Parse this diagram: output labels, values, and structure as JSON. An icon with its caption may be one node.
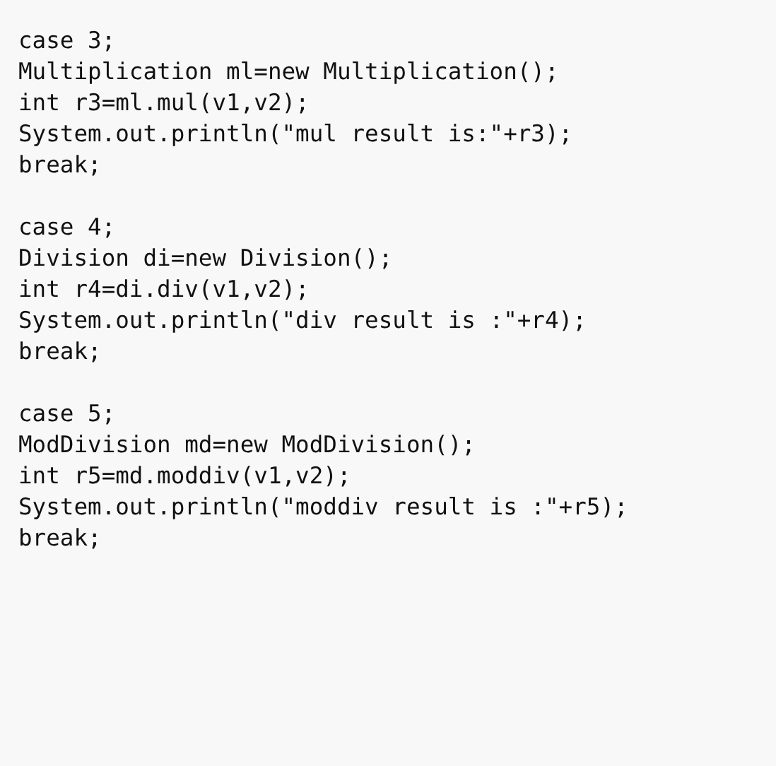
{
  "diagram": {
    "labels": [
      "case 3;",
      "Multiplication ml=new Multiplication();",
      "int r3=ml.mul(v1,v2);",
      "System.out.println(\"mul result is:\"+r3);",
      "break;",
      "case 4;",
      "Division di=new Division();",
      "int r4=di.div(v1,v2);",
      "System.out.println(\"div result is :\"+r4);",
      "break;",
      "case 5;",
      "ModDivision md=new ModDivision();",
      "int r5=md.moddiv(v1,v2);",
      "System.out.println(\"moddiv result is :\"+r5);",
      "break;"
    ]
  }
}
